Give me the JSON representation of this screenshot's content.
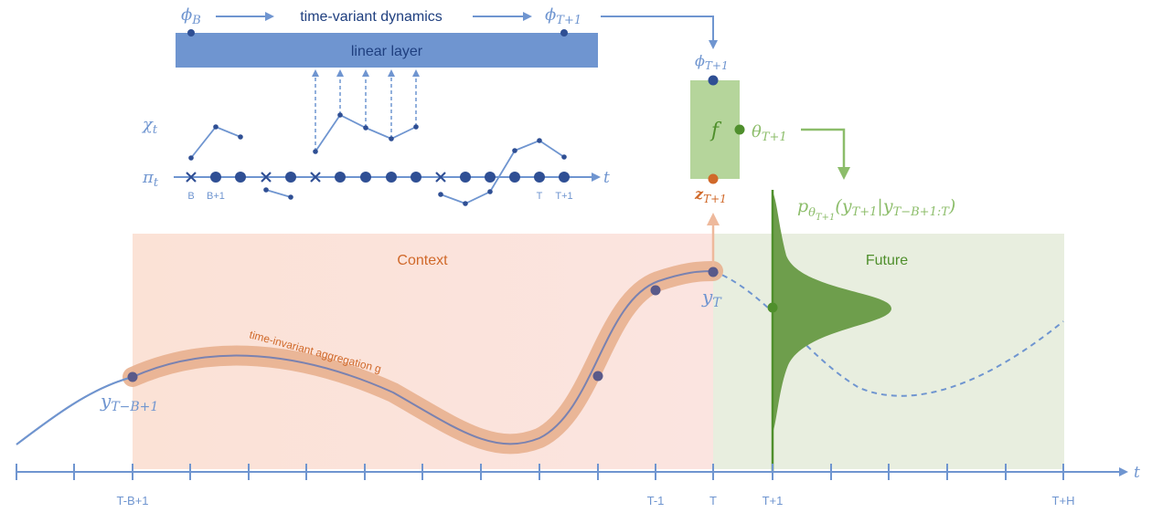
{
  "colors": {
    "blue": "#6f95d0",
    "dark_blue": "#2f4f94",
    "green": "#8cbd6a",
    "dark_green": "#4f8f2c",
    "orange": "#d0692a",
    "context_fill": "#fce3dc",
    "future_fill": "#e8eedf",
    "band": "#e8b08f"
  },
  "top": {
    "phi_b": "ϕ",
    "phi_b_sub": "B",
    "dynamics_label": "time-variant dynamics",
    "phi_t1": "ϕ",
    "phi_t1_sub": "T+1",
    "linear_layer": "linear layer"
  },
  "left_labels": {
    "chi": "χ",
    "chi_sub": "t",
    "pi": "π",
    "pi_sub": "t",
    "t": "t"
  },
  "small_axis": {
    "ticks": [
      "B",
      "B+1",
      "T",
      "T+1"
    ]
  },
  "model": {
    "phi_label": "ϕ",
    "phi_sub": "T+1",
    "f_label": "f",
    "theta_label": "θ",
    "theta_sub": "T+1",
    "z_label": "z",
    "z_sub": "T+1"
  },
  "distribution": {
    "p": "p",
    "p_sub": "θ",
    "p_subsub": "T+1",
    "args": "(y",
    "args_sub1": "T+1",
    "bar": "|y",
    "args_sub2": "T−B+1:T",
    "close": ")"
  },
  "regions": {
    "context": "Context",
    "future": "Future"
  },
  "series": {
    "y_tb1": "y",
    "y_tb1_sub": "T−B+1",
    "y_t": "y",
    "y_t_sub": "T",
    "aggregation": "time-invariant aggregation g"
  },
  "main_axis": {
    "t": "t",
    "ticks": [
      "T-B+1",
      "T-1",
      "T",
      "T+1",
      "T+H"
    ]
  }
}
